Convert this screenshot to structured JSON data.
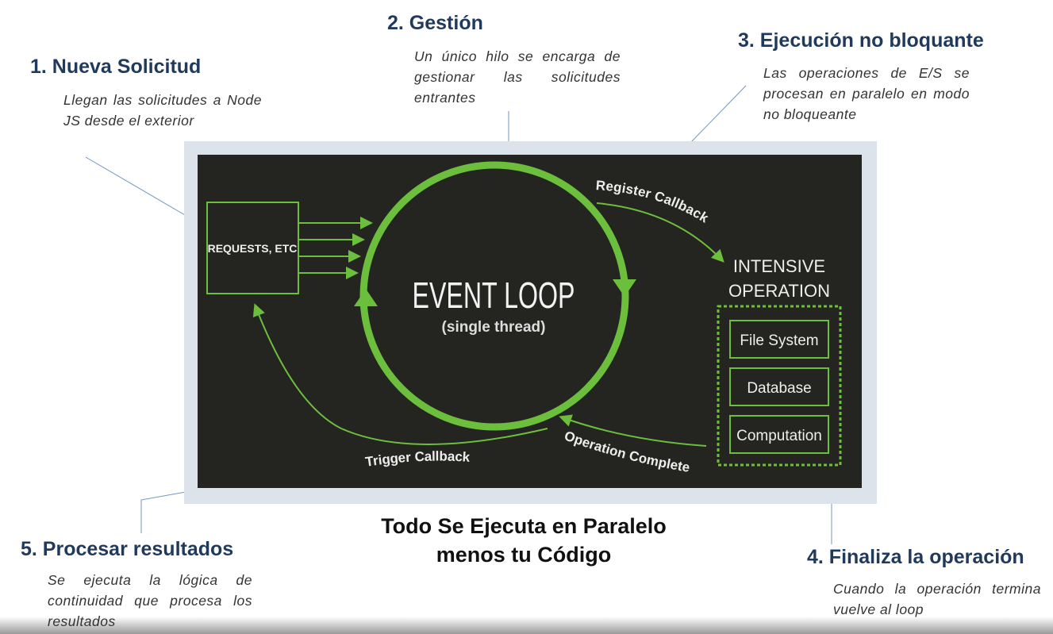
{
  "steps": [
    {
      "title": "1. Nueva Solicitud",
      "desc": "Llegan las solicitudes a Node JS desde el exterior"
    },
    {
      "title": "2. Gestión",
      "desc": "Un único hilo se encarga de gestionar las solicitudes entrantes"
    },
    {
      "title": "3. Ejecución no bloquante",
      "desc": "Las operaciones de E/S se procesan en paralelo en modo no bloqueante"
    },
    {
      "title": "4. Finaliza la operación",
      "desc": "Cuando la operación termina vuelve al loop"
    },
    {
      "title": "5. Procesar resultados",
      "desc": "Se ejecuta la lógica de continuidad que procesa los resultados"
    }
  ],
  "diagram": {
    "requests": "REQUESTS, ETC",
    "event_loop": "EVENT LOOP",
    "single_thread": "(single thread)",
    "register_callback": "Register Callback",
    "intensive_1": "INTENSIVE",
    "intensive_2": "OPERATION",
    "ops": [
      "File System",
      "Database",
      "Computation"
    ],
    "operation_complete": "Operation Complete",
    "trigger_callback": "Trigger Callback"
  },
  "footer": {
    "line1": "Todo Se Ejecuta en Paralelo",
    "line2": "menos tu Código"
  },
  "colors": {
    "green": "#6cbf3c",
    "panel": "#242421",
    "frame": "#dde3ea",
    "heading": "#1f3a5c"
  }
}
